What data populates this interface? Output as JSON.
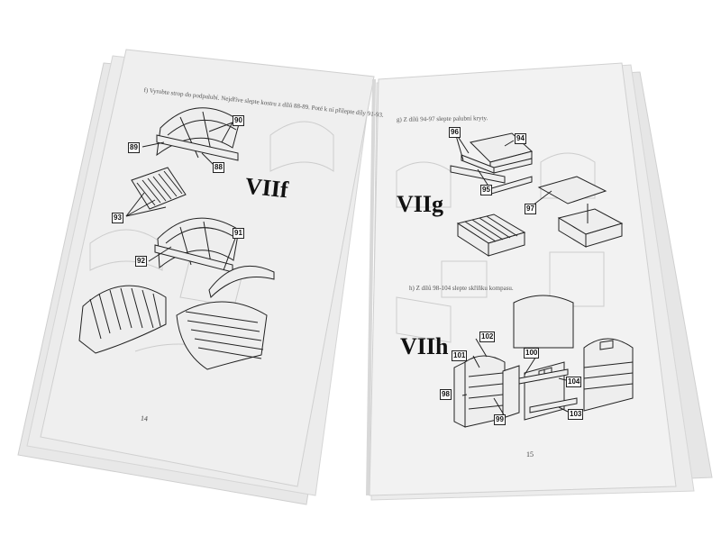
{
  "left_page": {
    "instruction_f": "f) Vyrobte strop do podpalubí. Nejdříve slepte kostru z dílů 88-89. Poté k ní přilepte díly 91-93.",
    "heading_f": "VIIf",
    "page_number": "14",
    "labels": [
      "90",
      "89",
      "88",
      "93",
      "92",
      "91"
    ]
  },
  "right_page": {
    "instruction_g": "g) Z dílů 94-97 slepte palubní kryty.",
    "heading_g": "VIIg",
    "instruction_h": "h) Z dílů 98-104 slepte skříňku kompasu.",
    "heading_h": "VIIh",
    "page_number": "15",
    "labels": [
      "96",
      "94",
      "95",
      "97",
      "102",
      "101",
      "100",
      "98",
      "104",
      "99",
      "103"
    ]
  },
  "colors": {
    "paper": "#f0f0f0",
    "line": "#222222",
    "background": "#ffffff"
  }
}
